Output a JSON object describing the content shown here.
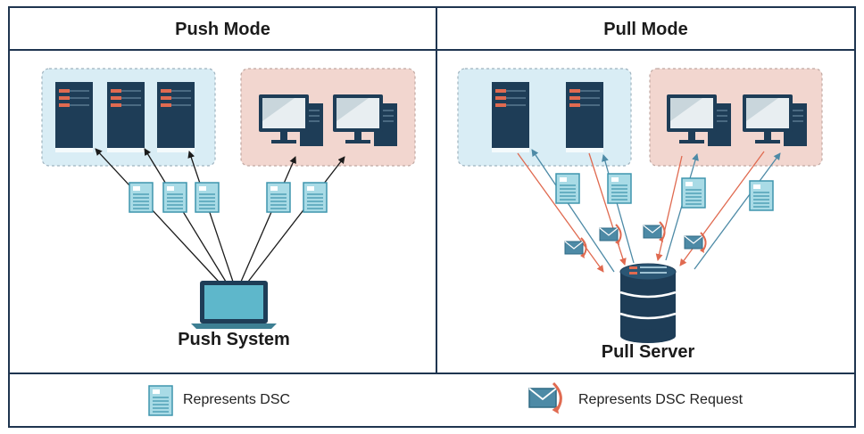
{
  "headers": {
    "push": "Push Mode",
    "pull": "Pull Mode"
  },
  "captions": {
    "push_system": "Push System",
    "pull_server": "Pull Server"
  },
  "legend": {
    "dsc": "Represents DSC",
    "dsc_request": "Represents DSC Request"
  },
  "colors": {
    "border": "#1f3550",
    "server": "#1e3d57",
    "server_bar": "#e06a50",
    "server_zone": "#d9edf5",
    "client_zone": "#f2d6cf",
    "doc": "#a9dbe6",
    "doc_stroke": "#3f95ad",
    "arrow_dark": "#1b1b1b",
    "arrow_blue": "#4d8aa6",
    "arrow_red": "#e06a50",
    "laptop": "#5eb7cb"
  },
  "icons": [
    "server-icon",
    "monitor-icon",
    "document-icon",
    "laptop-icon",
    "database-icon",
    "envelope-icon"
  ]
}
